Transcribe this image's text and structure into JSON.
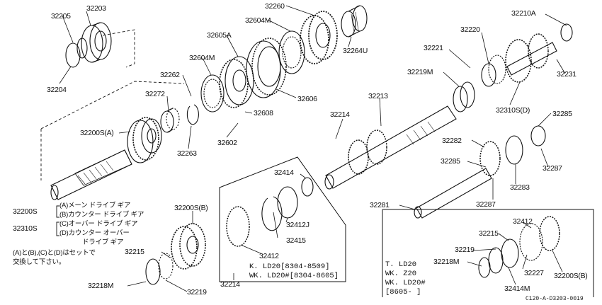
{
  "part_numbers": {
    "p32205": "32205",
    "p32203": "32203",
    "p32204": "32204",
    "p32260": "32260",
    "p32604M_top": "32604M",
    "p32605A": "32605A",
    "p32264U": "32264U",
    "p32604M_mid": "32604M",
    "p32262": "32262",
    "p32606": "32606",
    "p32272": "32272",
    "p32608": "32608",
    "p32263": "32263",
    "p32602": "32602",
    "p32200SA": "32200S(A)",
    "p32214_a": "32214",
    "p32213": "32213",
    "p32210A": "32210A",
    "p32220": "32220",
    "p32221": "32221",
    "p32219M": "32219M",
    "p32231": "32231",
    "p32310SD": "32310S(D)",
    "p32285_a": "32285",
    "p32282": "32282",
    "p32285_b": "32285",
    "p32287_a": "32287",
    "p32283": "32283",
    "p32287_b": "32287",
    "p32281": "32281",
    "p32414_a": "32414",
    "p32412J": "32412J",
    "p32415": "32415",
    "p32412_a": "32412",
    "p32200SB_a": "32200S(B)",
    "p32215_a": "32215",
    "p32218M_a": "32218M",
    "p32219_a": "32219",
    "p32214_b": "32214",
    "p32412_b": "32412",
    "p32215_b": "32215",
    "p32219_b": "32219",
    "p32218M_b": "32218M",
    "p32227": "32227",
    "p32414M": "32414M",
    "p32200SB_b": "32200S(B)"
  },
  "legend": {
    "code_a": "32200S",
    "code_b": "32310S",
    "line_a": "(A)メーン ドライブ ギア",
    "line_b": "(B)カウンター ドライブ ギア",
    "line_c": "(C)オーバー ドライブ ギア",
    "line_d": "(D)カウンター オーバー",
    "line_d2": "ドライブ ギア",
    "note1": "(A)と(B),(C)と(D)はセットで",
    "note2": "交換して下さい。"
  },
  "applicability": {
    "box1_line1": "K. LD20[8304-8509]",
    "box1_line2": "WK. LD20#[8304-8605]",
    "box2_line1": "T. LD20",
    "box2_line2": "WK. Z20",
    "box2_line3": "WK. LD20#",
    "box2_line4": "[8605-    ]"
  },
  "diagram_ref": "C120-A-D3203-0019"
}
